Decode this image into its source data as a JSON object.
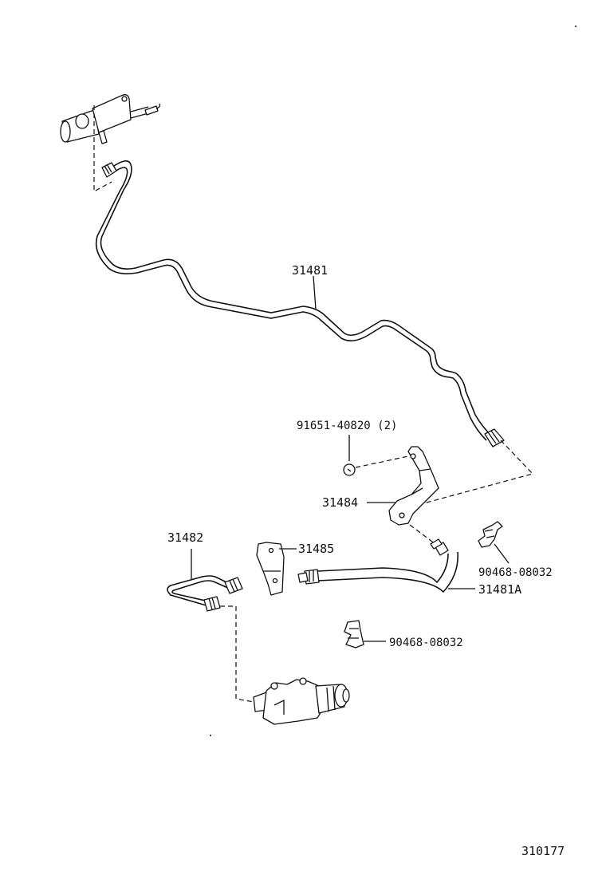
{
  "labels": {
    "tube_main": "31481",
    "bolt": "91651-40820 (2)",
    "bracket_hose": "31484",
    "tube_short": "31482",
    "bracket_small": "31485",
    "clip_upper": "90468-08032",
    "hose": "31481A",
    "clip_lower": "90468-08032",
    "diagram_number": "310177"
  }
}
